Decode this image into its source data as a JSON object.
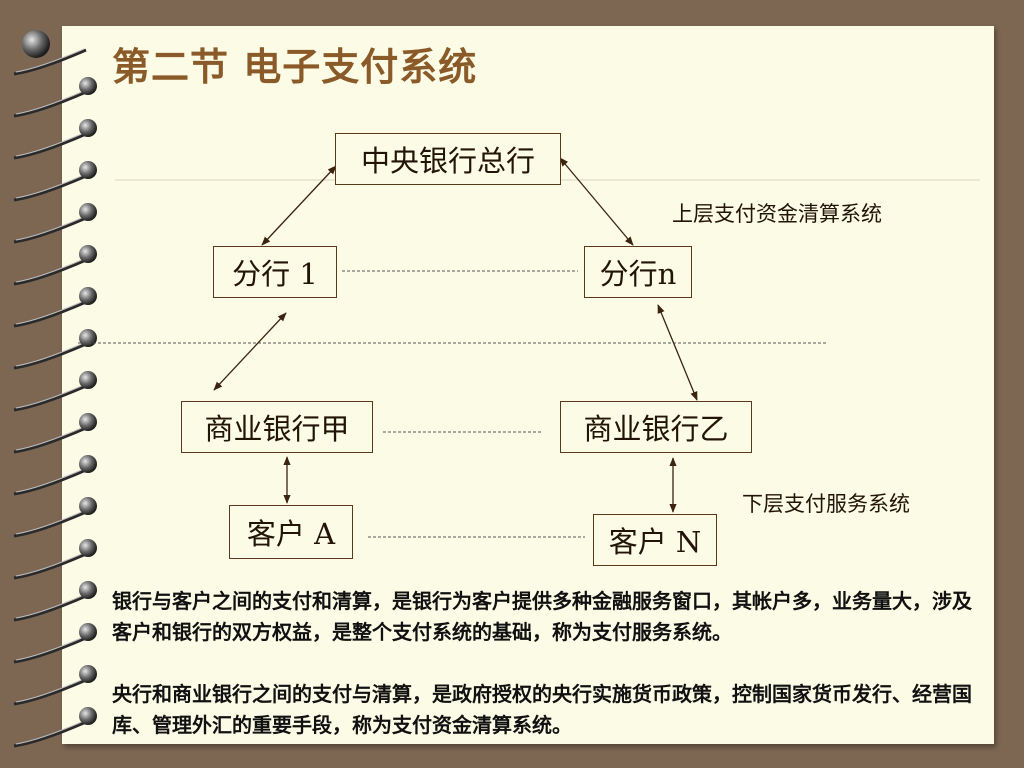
{
  "title": "第二节 电子支付系统",
  "nodes": {
    "central_bank": "中央银行总行",
    "branch_1": "分行 1",
    "branch_n": "分行n",
    "bank_a": "商业银行甲",
    "bank_b": "商业银行乙",
    "client_a": "客户 A",
    "client_n": "客户 N"
  },
  "zones": {
    "upper": "上层支付资金清算系统",
    "lower": "下层支付服务系统"
  },
  "descriptions": [
    "银行与客户之间的支付和清算，是银行为客户提供多种金融服务窗口，其帐户多，业务量大，涉及客户和银行的双方权益，是整个支付系统的基础，称为支付服务系统。",
    "央行和商业银行之间的支付与清算，是政府授权的央行实施货币政策，控制国家货币发行、经营国库、管理外汇的重要手段，称为支付资金清算系统。"
  ],
  "colors": {
    "background": "#7d6753",
    "page": "#fbfbe6",
    "title": "#8a5a28",
    "line": "#3a2410"
  }
}
